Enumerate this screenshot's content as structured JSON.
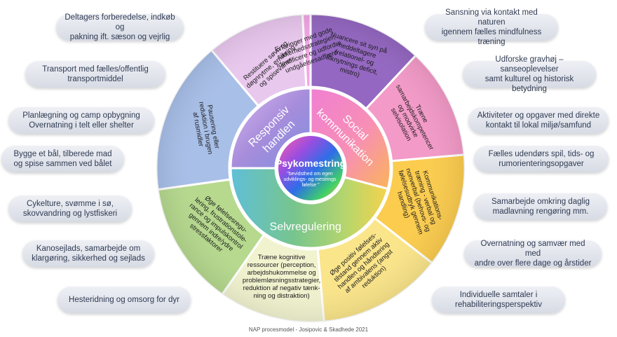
{
  "left_items": [
    "Deltagers forberedelse, indkøb og\npakning ift. sæson og vejrlig",
    "Transport med fælles/offentlig\ntransportmiddel",
    "Planlægning og camp opbygning\nOvernatning i telt eller shelter",
    "Bygge et bål, tilberede mad\nog spise sammen ved bålet",
    "Cykelture, svømme i sø,\nskovvandring og lystfiskeri",
    "Kanosejlads, samarbejde om\nklargøring, sikkerhed og sejlads",
    "Hesteridning og omsorg for dyr"
  ],
  "right_items": [
    "Sansning via kontakt med naturen\nigennem fælles mindfulness træning",
    "Udforske gravhøj – sanseoplevelser\nsamt kulturel og historisk betydning",
    "Aktiviteter og opgaver med direkte\nkontakt til lokal miljø/samfund",
    "Fælles udendørs spil, tids- og\nrumorienteringsopgaver",
    "Samarbejde omkring daglig\nmadlavning rengøring mm.",
    "Overnatning og samvær med med\nandre over flere dage og årstider",
    "Individuelle samtaler i\nrehabiliteringsperspektiv"
  ],
  "center": {
    "title": "Psykomestring",
    "subtitle_lines": [
      "\"bevidsthed om egen",
      "udviklings- og mestrings",
      "følelse \""
    ]
  },
  "inner_sections": {
    "responsiv": [
      "Responsiv",
      "handlen"
    ],
    "social": [
      "Social",
      "kommunikation"
    ],
    "selvregulering": [
      "Selvregulering"
    ]
  },
  "outer_sections": [
    {
      "name": "restituere",
      "color": "#e9c8ee",
      "lines": [
        "Restituere søvn og",
        "døgnrytme, ernæring",
        "og spisevaner"
      ]
    },
    {
      "name": "erfaringer",
      "color": "#f4a6e6",
      "lines": [
        "Erfaringer med gode",
        "sikkerhedsstrategier,",
        "Identificere og udfordre",
        "undgåelsesadfærd"
      ]
    },
    {
      "name": "nuancere",
      "color": "#9467c2",
      "lines": [
        "Nuancere sit syn på",
        "meddeltagere",
        "(relationel- og",
        "tilknytnings deficit,",
        "mistro)"
      ]
    },
    {
      "name": "traene-samarbejde",
      "color": "#f39ac8",
      "lines": [
        "Træne",
        "samarbejdskompetencer",
        "og modvirke",
        "selvisolation"
      ]
    },
    {
      "name": "kommunikation",
      "color": "#fbcc4e",
      "lines": [
        "Kommunikations-",
        "træning - verbal og",
        "nonverbal (behovs- og",
        "følelsesudtryk gennem",
        "handling)"
      ]
    },
    {
      "name": "positiv",
      "color": "#fbe58a",
      "lines": [
        "Øge positiv følelses-",
        "tilstand gennem aktiv",
        "handlen og håndtering",
        "af ambivalens (angst",
        "reduktion)"
      ]
    },
    {
      "name": "kognitive",
      "color": "#f1f3cf",
      "lines": [
        "Træne kognitive",
        "ressourcer (perception,",
        "arbejdshukommelse og",
        "problemløsningsstrategier,",
        "reduktion af negativ tænk-",
        "ning og distraktion)"
      ]
    },
    {
      "name": "foelelsesregulering",
      "color": "#b6d98e",
      "lines": [
        "Øge følelsesregu-",
        "lering, frustrationstole-",
        "rance og impulskontrol",
        "gennem indre/ydre",
        "stressfaktorer"
      ]
    },
    {
      "name": "pausering",
      "color": "#a8bfe8",
      "lines": [
        "Pausering eller",
        "reduktion i brugen",
        "af rusmidler"
      ]
    }
  ],
  "footer": "NAP procesmodel - Josipovic & Skadhede 2021"
}
